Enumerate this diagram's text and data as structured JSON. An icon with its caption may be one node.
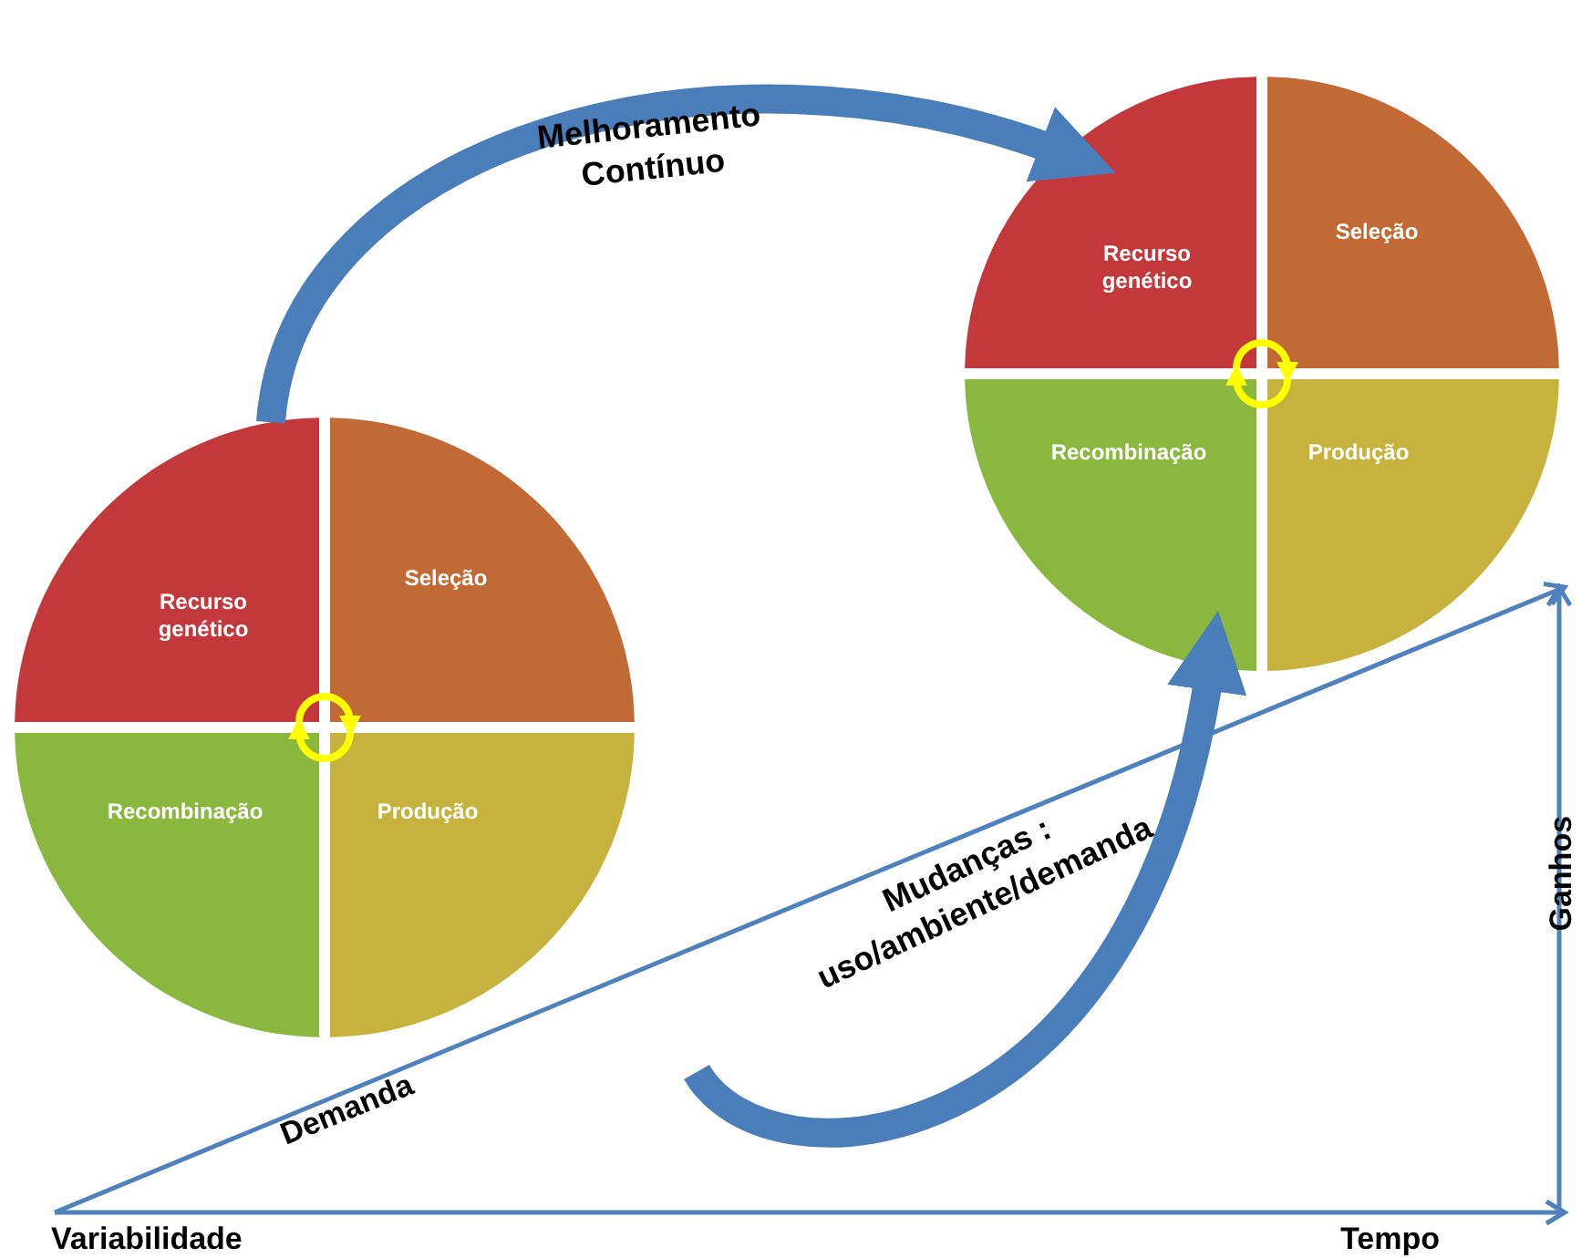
{
  "diagram": {
    "nodes": [
      {
        "text": [],
        "shape": "circle"
      },
      {
        "text": [
          "Recurso genético"
        ],
        "in": 0
      },
      {
        "text": [
          "Seleção"
        ],
        "in": 0
      },
      {
        "text": [
          "Recombinação"
        ],
        "in": 0
      },
      {
        "text": [
          "Produção"
        ],
        "in": 0
      },
      {
        "text": [],
        "shape": "circle"
      },
      {
        "text": [
          "Recurso genético"
        ],
        "in": 5
      },
      {
        "text": [
          "Seleção"
        ],
        "in": 5
      },
      {
        "text": [
          "Recombinação"
        ],
        "in": 5
      },
      {
        "text": [
          "Produção"
        ],
        "in": 5
      }
    ],
    "edges": [
      {
        "from": 0,
        "to": 6,
        "arrow": "to",
        "label": "Melhoramento Contínuo",
        "style": "thick",
        "color": "#4a7ebb"
      },
      {
        "from": null,
        "to": 5,
        "arrow": "to",
        "label": "Mudanças : uso/ambiente/demanda",
        "style": "thick",
        "color": "#4a7ebb"
      },
      {
        "from": 1,
        "to": 2,
        "arrow": "to"
      },
      {
        "from": 4,
        "to": 3,
        "arrow": "to"
      },
      {
        "from": 6,
        "to": 7,
        "arrow": "to"
      },
      {
        "from": 9,
        "to": 8,
        "arrow": "to"
      }
    ],
    "labels": [
      "Ganhos",
      "Demanda",
      "Variabilidade",
      "Tempo"
    ]
  }
}
